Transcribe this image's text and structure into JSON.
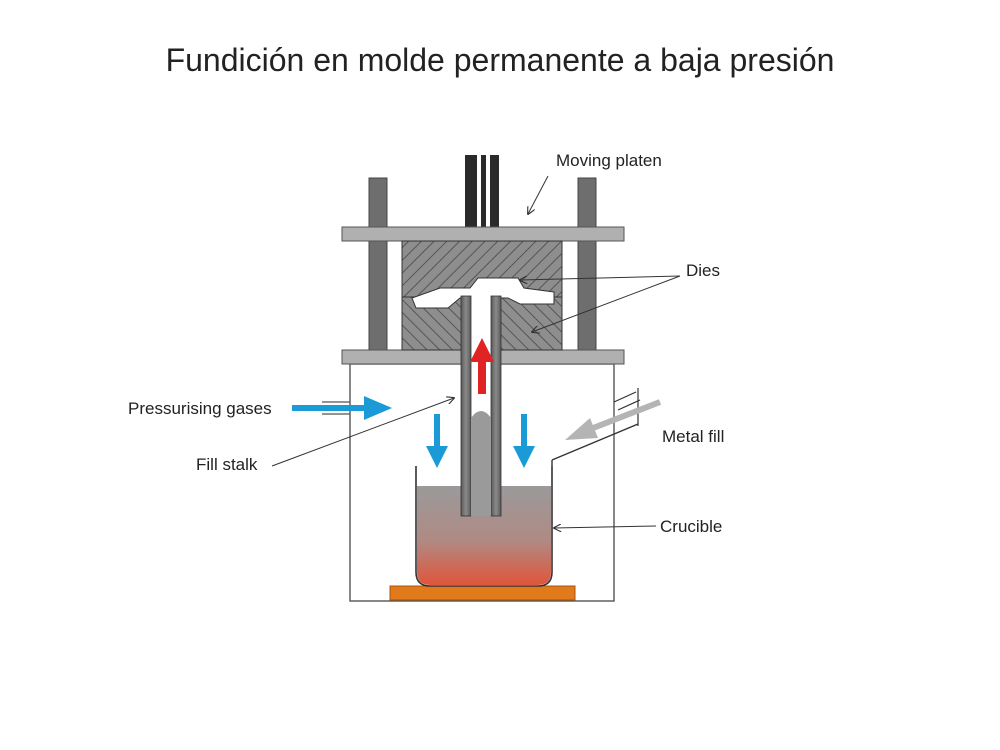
{
  "slide": {
    "title": "Fundición en molde permanente a baja presión"
  },
  "diagram": {
    "labels": {
      "moving_platen": "Moving platen",
      "dies": "Dies",
      "pressurising_gases": "Pressurising gases",
      "fill_stalk": "Fill stalk",
      "metal_fill": "Metal fill",
      "crucible": "Crucible"
    },
    "colors": {
      "steel": "#7a7a7a",
      "platen": "#a8a8a8",
      "die": "#8c8c8c",
      "gas_arrow": "#1a9ad6",
      "metal_arrow": "#e02424",
      "fill_arrow": "#b4b4b4",
      "heater": "#e07a1a",
      "melt_top": "#9a9a9a",
      "melt_bottom": "#e0553a"
    }
  }
}
